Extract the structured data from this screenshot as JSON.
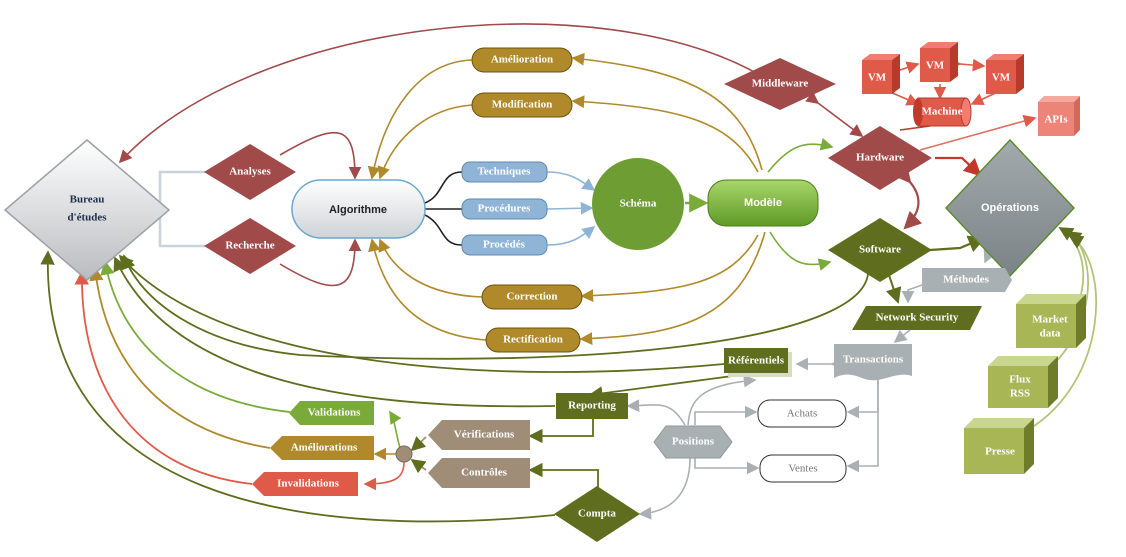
{
  "bureau": "Bureau d'études",
  "analyses": "Analyses",
  "recherche": "Recherche",
  "algorithme": "Algorithme",
  "amelioration": "Amélioration",
  "modification": "Modification",
  "correction": "Correction",
  "rectification": "Rectification",
  "techniques": "Techniques",
  "procedures": "Procédures",
  "procedes": "Procédés",
  "schema": "Schéma",
  "modele": "Modèle",
  "middleware": "Middleware",
  "hardware": "Hardware",
  "software": "Software",
  "vm": "VM",
  "machine": "Machine",
  "apis": "APIs",
  "operations": "Opérations",
  "methodes": "Méthodes",
  "network_security": "Network Security",
  "transactions": "Transactions",
  "referentiels": "Référentiels",
  "reporting": "Reporting",
  "achats": "Achats",
  "positions": "Positions",
  "ventes": "Ventes",
  "compta": "Compta",
  "verifications": "Vérifications",
  "controles": "Contrôles",
  "validations": "Validations",
  "ameliorations": "Améliorations",
  "invalidations": "Invalidations",
  "market_data": "Market data",
  "flux_rss": "Flux RSS",
  "presse": "Presse",
  "colors": {
    "maroon": "#a04a4a",
    "olive_gold": "#b08a2a",
    "green": "#7aab3a",
    "dark_olive": "#5e6e1e",
    "grey": "#9aa2a6",
    "red": "#e05a4a",
    "blue": "#8fb4d6",
    "taupe": "#a08d78"
  }
}
